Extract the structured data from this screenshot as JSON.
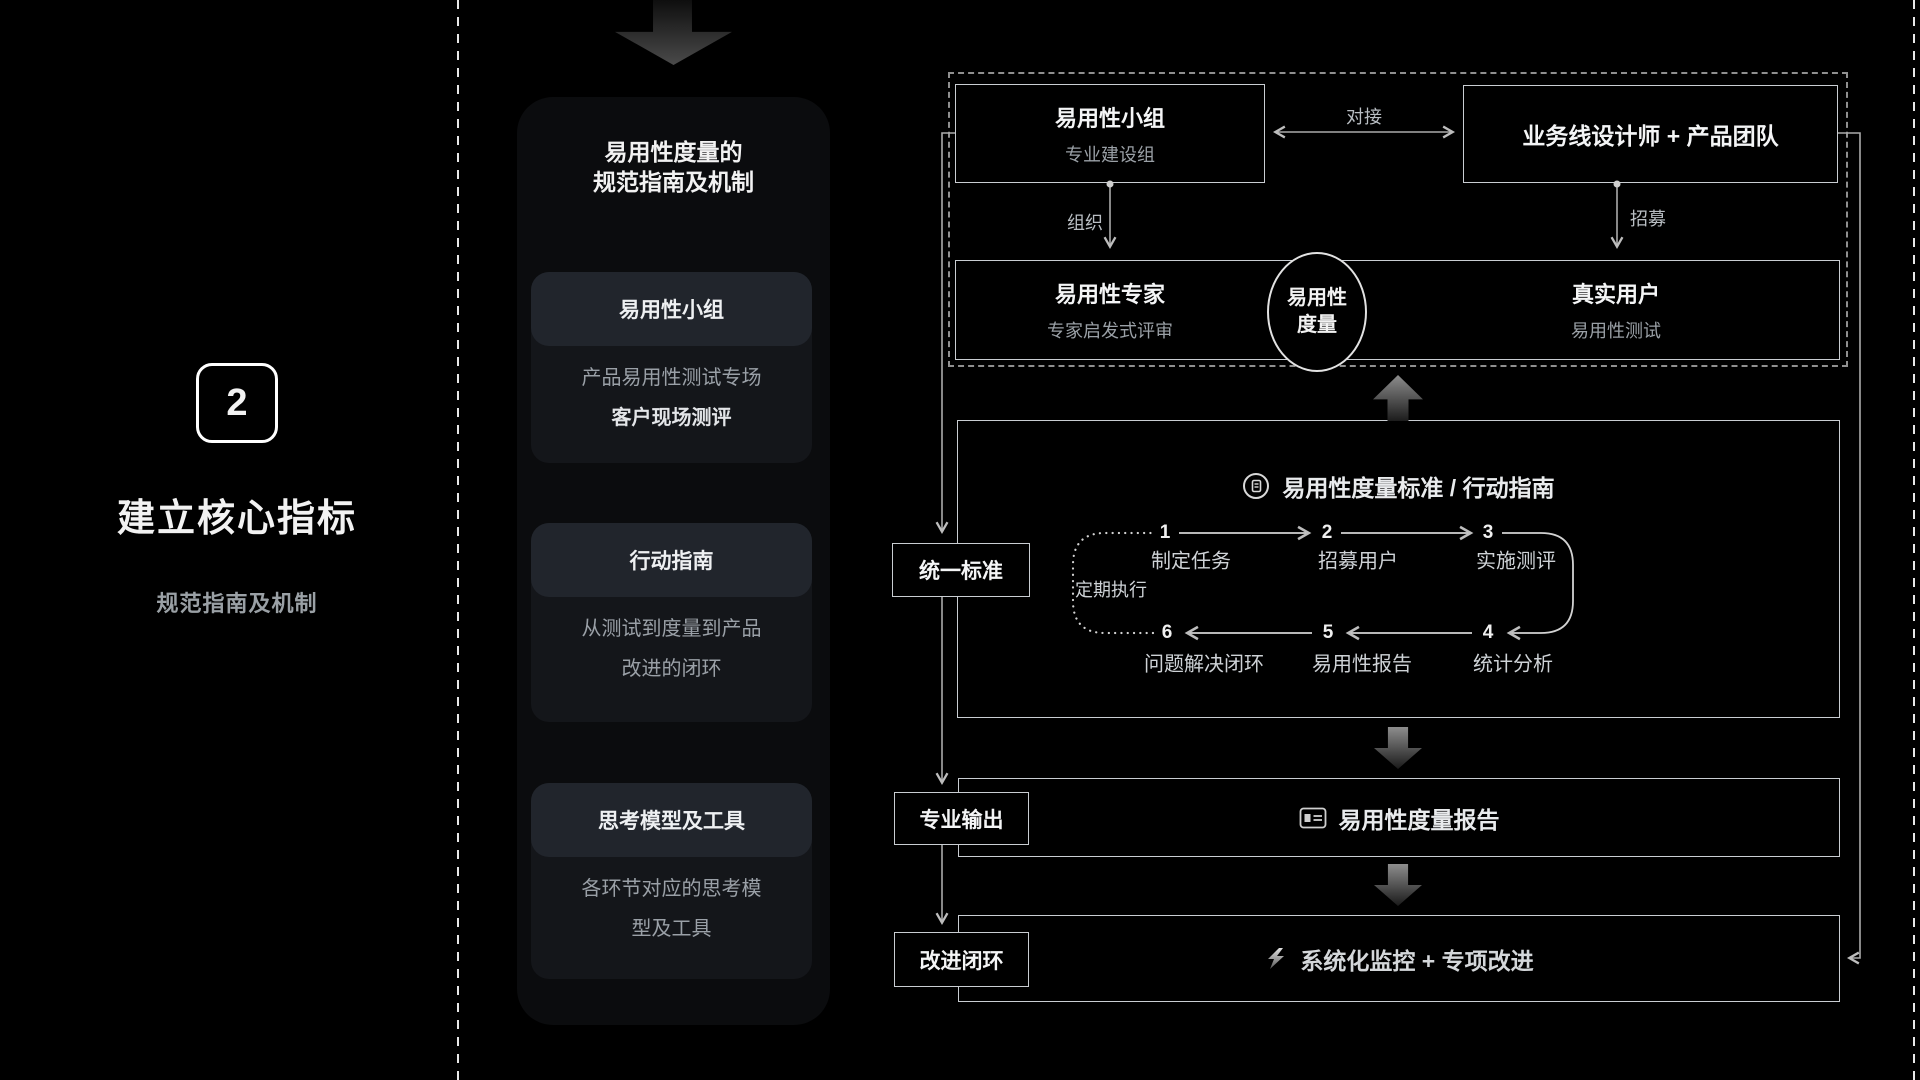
{
  "colors": {
    "background": "#000000",
    "card_bg": "#0b0c0e",
    "section_bg": "#14161a",
    "chip_bg": "#21252c",
    "box_border": "#c9cdd2",
    "text_primary": "#f2f2f2",
    "text_secondary": "#9aa0a6",
    "connector": "#b0b0b0"
  },
  "left_panel": {
    "step_number": "2",
    "title": "建立核心指标",
    "subtitle": "规范指南及机制"
  },
  "card": {
    "title_line1": "易用性度量的",
    "title_line2": "规范指南及机制",
    "sections": [
      {
        "chip": "易用性小组",
        "desc_line1": "产品易用性测试专场",
        "desc_line2": "客户现场测评"
      },
      {
        "chip": "行动指南",
        "desc_line1": "从测试到度量到产品",
        "desc_line2": "改进的闭环"
      },
      {
        "chip": "思考模型及工具",
        "desc_line1": "各环节对应的思考模",
        "desc_line2": "型及工具"
      }
    ]
  },
  "diagram": {
    "team_box": {
      "title": "易用性小组",
      "subtitle": "专业建设组"
    },
    "connect_label": "对接",
    "business_box": {
      "title": "业务线设计师 + 产品团队"
    },
    "organize_label": "组织",
    "recruit_label": "招募",
    "experts": {
      "title": "易用性专家",
      "subtitle": "专家启发式评审"
    },
    "metric_circle": {
      "line1": "易用性",
      "line2": "度量"
    },
    "users": {
      "title": "真实用户",
      "subtitle": "易用性测试"
    },
    "standards": {
      "icon": "measure-standard-icon",
      "title": "易用性度量标准 / 行动指南",
      "loop_label": "定期执行",
      "steps_top": [
        {
          "num": "1",
          "label": "制定任务"
        },
        {
          "num": "2",
          "label": "招募用户"
        },
        {
          "num": "3",
          "label": "实施测评"
        }
      ],
      "steps_bottom": [
        {
          "num": "6",
          "label": "问题解决闭环"
        },
        {
          "num": "5",
          "label": "易用性报告"
        },
        {
          "num": "4",
          "label": "统计分析"
        }
      ]
    },
    "side_labels": [
      {
        "label": "统一标准"
      },
      {
        "label": "专业输出"
      },
      {
        "label": "改进闭环"
      }
    ],
    "report_box": {
      "icon": "report-icon",
      "title": "易用性度量报告"
    },
    "monitor_box": {
      "icon": "lightning-icon",
      "title": "系统化监控 + 专项改进"
    }
  }
}
